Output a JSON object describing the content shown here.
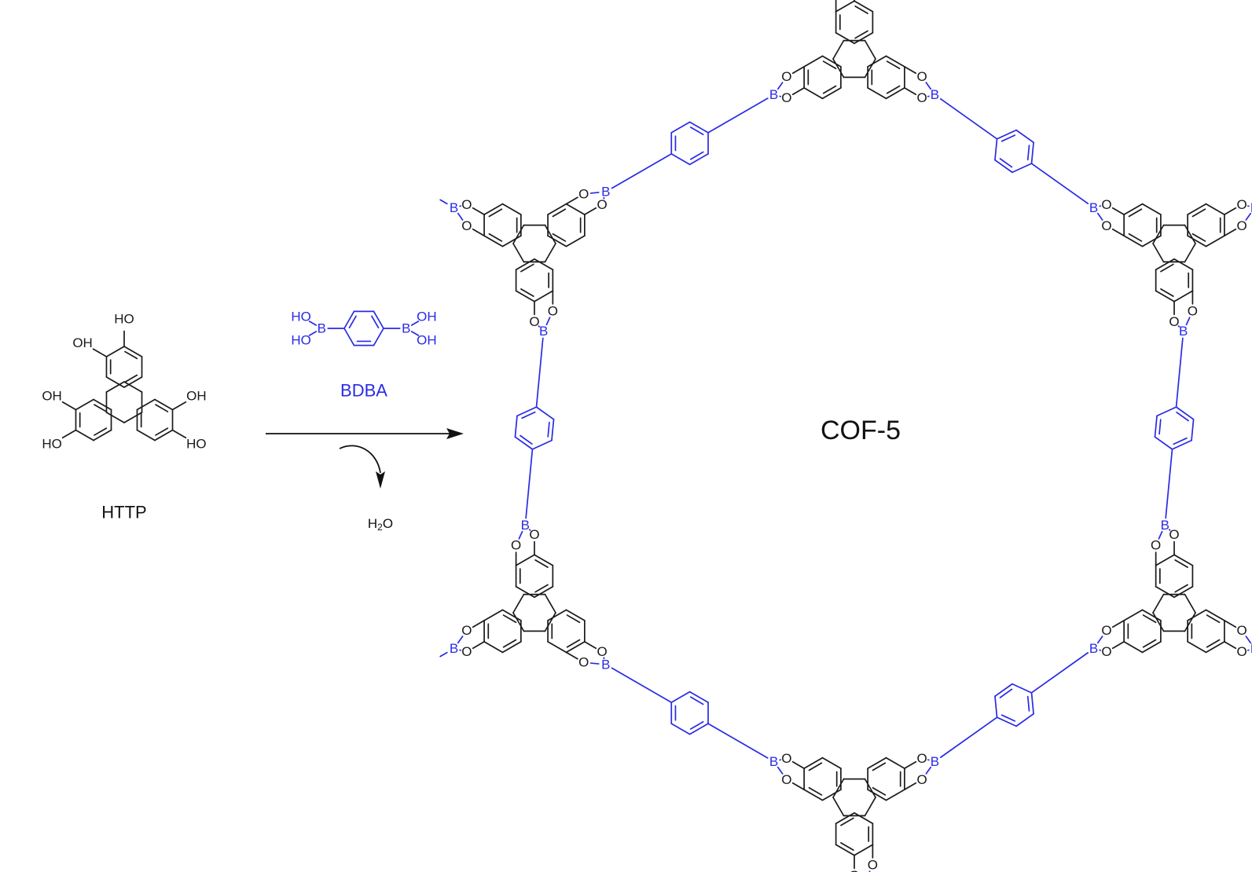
{
  "reagents": {
    "http": {
      "name": "HTTP",
      "hydroxyl_labels": [
        "HO",
        "OH",
        "HO",
        "OH",
        "HO",
        "OH"
      ]
    },
    "bdba": {
      "name": "BDBA",
      "substituent_labels": [
        "HO",
        "HO",
        "OH",
        "OH"
      ],
      "boron_label": "B"
    }
  },
  "reaction": {
    "byproduct": "H",
    "byproduct_sub": "2",
    "byproduct_tail": "O"
  },
  "product": {
    "name": "COF-5",
    "boron_label": "B",
    "oxygen_label": "O"
  },
  "colors": {
    "http": "#1a1a1a",
    "linker": "#2a2ae6",
    "text": "#111111"
  }
}
